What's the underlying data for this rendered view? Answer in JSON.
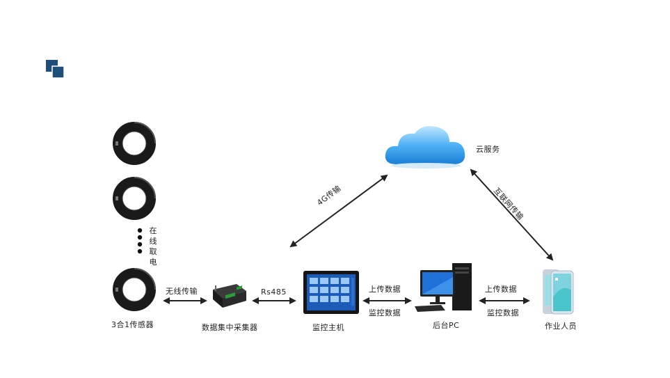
{
  "colors": {
    "brand": "#1f4e79",
    "arrow": "#222222",
    "cloud": "#1e90e0",
    "screen": "#1d5bb8"
  },
  "nodes": {
    "sensor": "3合1传感器",
    "collector": "数据集中采集器",
    "monitor": "监控主机",
    "pc": "后台PC",
    "staff": "作业人员",
    "cloud": "云服务"
  },
  "side_label": "在线取电",
  "links": {
    "wireless": "无线传输",
    "rs485": "Rs485",
    "upload1": "上传数据",
    "monitor1": "监控数据",
    "upload2": "上传数据",
    "monitor2": "监控数据",
    "g4": "4G传输",
    "internet": "互联网传输"
  },
  "icons": {
    "logo": "brand-squares-icon",
    "sensor": "ring-sensor-icon",
    "collector": "collector-device-icon",
    "monitor": "touch-panel-icon",
    "pc": "desktop-pc-icon",
    "phone": "smartphone-icon",
    "cloud": "cloud-icon"
  }
}
